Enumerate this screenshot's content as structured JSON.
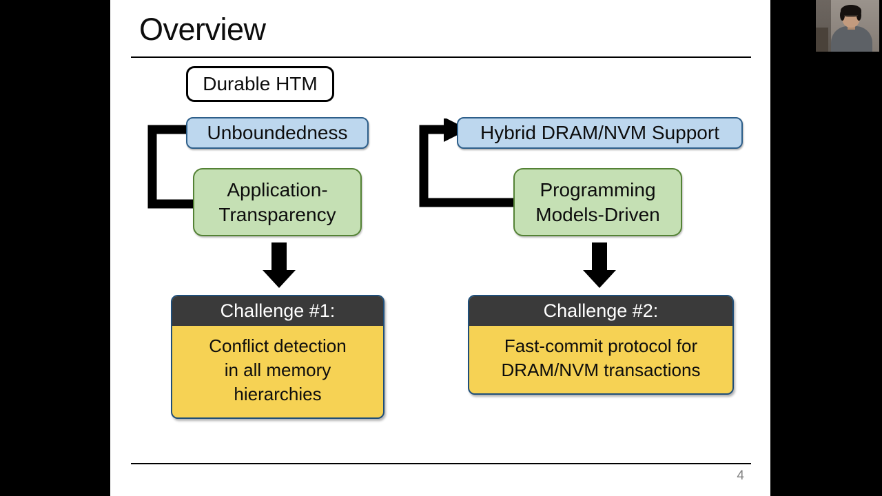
{
  "slide": {
    "title": "Overview",
    "page_number": "4",
    "root": {
      "label": "Durable HTM"
    },
    "columns": [
      {
        "id": "left",
        "property": "Unboundedness",
        "requirement": "Application-\nTransparency",
        "challenge": {
          "header": "Challenge #1:",
          "body": "Conflict detection\nin all memory\nhierarchies"
        }
      },
      {
        "id": "right",
        "property": "Hybrid DRAM/NVM Support",
        "requirement": "Programming\nModels-Driven",
        "challenge": {
          "header": "Challenge #2:",
          "body": "Fast-commit protocol for\nDRAM/NVM transactions"
        }
      }
    ],
    "colors": {
      "property_fill": "#bdd7ee",
      "property_border": "#2e5f8a",
      "requirement_fill": "#c5e0b4",
      "requirement_border": "#548235",
      "challenge_header_fill": "#3a3a3a",
      "challenge_body_fill": "#f6d254",
      "challenge_border": "#1f4e79",
      "slide_background": "#ffffff",
      "letterbox": "#000000",
      "page_number_color": "#808080",
      "connector": "#000000"
    }
  },
  "webcam": {
    "present": true,
    "label": "presenter-webcam"
  }
}
